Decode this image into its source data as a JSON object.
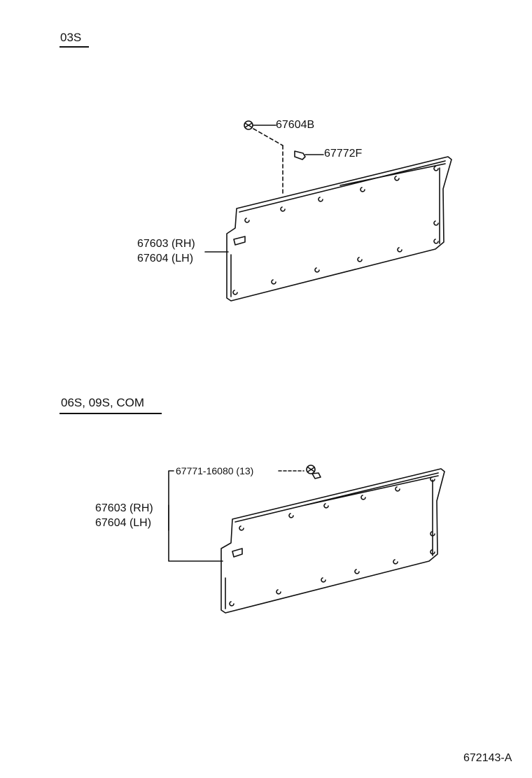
{
  "sections": [
    {
      "heading": "03S",
      "parts": [
        {
          "number": "67604B"
        },
        {
          "number": "67772F"
        },
        {
          "number": "67603 (RH)"
        },
        {
          "number": "67604 (LH)"
        }
      ]
    },
    {
      "heading": "06S, 09S, COM",
      "parts": [
        {
          "number": "67771-16080 (13)"
        },
        {
          "number": "67603 (RH)"
        },
        {
          "number": "67604 (LH)"
        }
      ]
    }
  ],
  "figure_id": "672143-A"
}
